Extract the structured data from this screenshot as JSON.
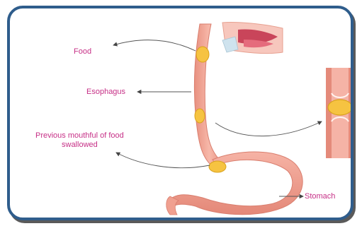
{
  "labels": {
    "food": "Food",
    "esophagus": "Esophagus",
    "previous_line1": "Previous mouthful of food",
    "previous_line2": "swallowed",
    "stomach": "Stomach"
  },
  "colors": {
    "frame_border": "#2f5d8c",
    "label_text": "#c62f86",
    "tissue": "#f2a99c",
    "tissue_dark": "#e58a7c",
    "food_bolus": "#f6c341",
    "arrow": "#555555"
  }
}
